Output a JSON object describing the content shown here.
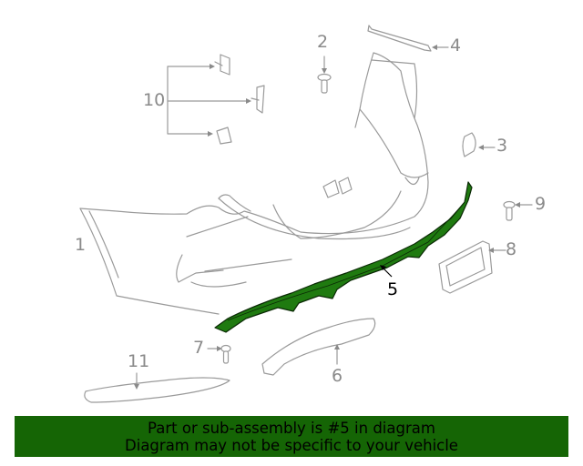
{
  "diagram": {
    "title": "Rear bumper assembly",
    "highlighted_part": "5",
    "highlight_color": "#1f7a10",
    "line_color": "#9a9a9a",
    "callouts": [
      {
        "id": "1",
        "label": "1",
        "part": "bumper-cover"
      },
      {
        "id": "2",
        "label": "2",
        "part": "push-clip-upper"
      },
      {
        "id": "3",
        "label": "3",
        "part": "side-bracket"
      },
      {
        "id": "4",
        "label": "4",
        "part": "upper-trim-strip"
      },
      {
        "id": "5",
        "label": "5",
        "part": "lower-valance-diffuser"
      },
      {
        "id": "6",
        "label": "6",
        "part": "lower-deflector"
      },
      {
        "id": "7",
        "label": "7",
        "part": "push-clip-lower"
      },
      {
        "id": "8",
        "label": "8",
        "part": "license-plate-bracket"
      },
      {
        "id": "9",
        "label": "9",
        "part": "push-clip-side"
      },
      {
        "id": "10",
        "label": "10",
        "part": "retainer-clips"
      },
      {
        "id": "11",
        "label": "11",
        "part": "reflector-trim"
      }
    ]
  },
  "banner": {
    "line1": "Part or sub-assembly is #5 in diagram",
    "line2": "Diagram may not be specific to your vehicle",
    "background": "#156505"
  }
}
